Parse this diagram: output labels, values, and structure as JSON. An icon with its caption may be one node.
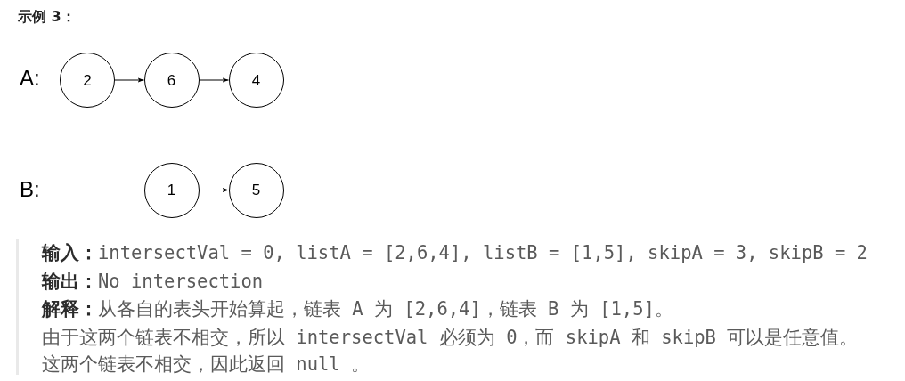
{
  "diagram": {
    "title": "示例 3：",
    "nodes": [
      {
        "text": [
          "2"
        ]
      },
      {
        "text": [
          "6"
        ]
      },
      {
        "text": [
          "4"
        ]
      },
      {
        "text": [
          "1"
        ]
      },
      {
        "text": [
          "5"
        ]
      }
    ],
    "edges": [
      {
        "from": 0,
        "to": 1,
        "arrow": "to"
      },
      {
        "from": 1,
        "to": 2,
        "arrow": "to"
      },
      {
        "from": 3,
        "to": 4,
        "arrow": "to"
      }
    ],
    "labels": [
      "A:",
      "B:",
      "**输入：**intersectVal = 0, listA = [2,6,4], listB = [1,5], skipA = 3, skipB = 2",
      "**输出：**No intersection",
      "**解释：**从各自的表头开始算起，链表 A 为 [2,6,4]，链表 B 为 [1,5]。",
      "由于这两个链表不相交，所以 intersectVal 必须为 0，而 skipA 和 skipB 可以是任意值。",
      "这两个链表不相交，因此返回 null 。"
    ]
  }
}
